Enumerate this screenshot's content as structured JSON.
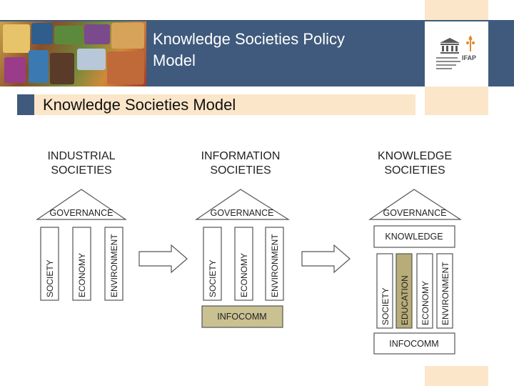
{
  "header": {
    "title_line1": "Knowledge Societies Policy",
    "title_line2": "Model"
  },
  "section": {
    "title": "Knowledge Societies Model"
  },
  "logos": {
    "ifap": "IFAP"
  },
  "diagram": {
    "columns": [
      {
        "title_line1": "INDUSTRIAL",
        "title_line2": "SOCIETIES",
        "roof": "GOVERNANCE",
        "pillars": [
          "SOCIETY",
          "ECONOMY",
          "ENVIRONMENT"
        ]
      },
      {
        "title_line1": "INFORMATION",
        "title_line2": "SOCIETIES",
        "roof": "GOVERNANCE",
        "pillars": [
          "SOCIETY",
          "ECONOMY",
          "ENVIRONMENT"
        ],
        "base": "INFOCOMM"
      },
      {
        "title_line1": "KNOWLEDGE",
        "title_line2": "SOCIETIES",
        "roof": "GOVERNANCE",
        "top_band": "KNOWLEDGE",
        "pillars": [
          "SOCIETY",
          "EDUCATION",
          "ECONOMY",
          "ENVIRONMENT"
        ],
        "base": "INFOCOMM"
      }
    ]
  },
  "colors": {
    "header_blue": "#3f5a7d",
    "beige": "#fbe6c9",
    "olive_highlight": "#b8ad78",
    "khaki_base": "#c9c191"
  }
}
